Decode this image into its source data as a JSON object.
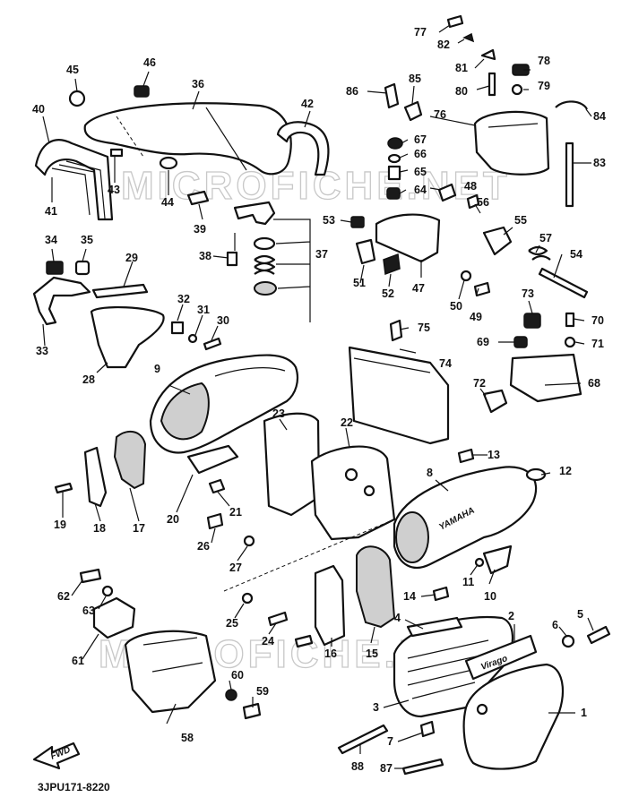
{
  "diagram": {
    "reference_code": "3JPU171-8220",
    "front_arrow": "FWD",
    "watermarks": [
      "MICROFICHE.NET",
      "MICROFICHE.NET"
    ],
    "side_cover_badge": "Virago",
    "fairing_lettering": "YAMAHA",
    "part_numbers": [
      "1",
      "2",
      "3",
      "4",
      "5",
      "6",
      "7",
      "8",
      "9",
      "10",
      "11",
      "12",
      "13",
      "14",
      "15",
      "16",
      "17",
      "18",
      "19",
      "20",
      "21",
      "22",
      "23",
      "24",
      "25",
      "26",
      "27",
      "28",
      "29",
      "30",
      "31",
      "32",
      "33",
      "34",
      "35",
      "36",
      "37",
      "38",
      "39",
      "40",
      "41",
      "42",
      "43",
      "44",
      "45",
      "46",
      "47",
      "48",
      "49",
      "50",
      "51",
      "52",
      "53",
      "54",
      "55",
      "56",
      "57",
      "58",
      "59",
      "60",
      "61",
      "62",
      "63",
      "64",
      "65",
      "66",
      "67",
      "68",
      "69",
      "70",
      "71",
      "72",
      "73",
      "74",
      "75",
      "76",
      "77",
      "78",
      "79",
      "80",
      "81",
      "82",
      "83",
      "84",
      "85",
      "86",
      "87",
      "88"
    ]
  }
}
